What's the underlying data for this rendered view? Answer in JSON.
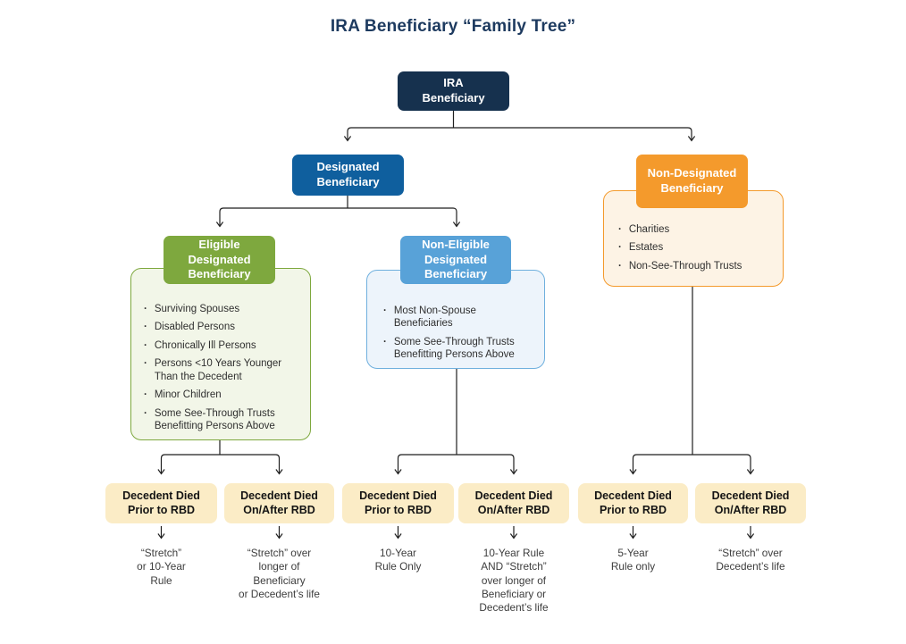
{
  "title": "IRA Beneficiary “Family Tree”",
  "colors": {
    "title_navy": "#1d3a5f",
    "root_navy": "#16314e",
    "designated_blue": "#0f5f9e",
    "non_designated_orange": "#f49a2c",
    "eligible_green": "#7ea83e",
    "non_eligible_lightblue": "#58a2d8",
    "condition_cream": "#fbecc6",
    "panel_green_bg": "#f2f6e8",
    "panel_blue_bg": "#edf4fb",
    "panel_orange_bg": "#fdf3e5",
    "connector": "#1f1f1f"
  },
  "tree": {
    "root": {
      "label": "IRA\nBeneficiary"
    },
    "designated": {
      "label": "Designated\nBeneficiary"
    },
    "non_designated": {
      "label": "Non-Designated\nBeneficiary",
      "items": [
        "Charities",
        "Estates",
        "Non-See-Through Trusts"
      ]
    },
    "eligible": {
      "label": "Eligible\nDesignated\nBeneficiary",
      "items": [
        "Surviving Spouses",
        "Disabled Persons",
        "Chronically Ill Persons",
        "Persons <10 Years Younger\nThan the Decedent",
        "Minor Children",
        "Some See-Through Trusts\nBenefitting Persons Above"
      ]
    },
    "non_eligible": {
      "label": "Non-Eligible\nDesignated\nBeneficiary",
      "items": [
        "Most Non-Spouse\nBeneficiaries",
        "Some See-Through Trusts\nBenefitting Persons Above"
      ]
    },
    "outcomes": [
      {
        "condition": "Decedent Died\nPrior to RBD",
        "result": "“Stretch”\nor 10-Year\nRule"
      },
      {
        "condition": "Decedent Died\nOn/After RBD",
        "result": "“Stretch” over\nlonger of\nBeneficiary\nor Decedent’s life"
      },
      {
        "condition": "Decedent Died\nPrior to RBD",
        "result": "10-Year\nRule Only"
      },
      {
        "condition": "Decedent Died\nOn/After RBD",
        "result": "10-Year Rule\nAND “Stretch”\nover longer of\nBeneficiary or\nDecedent’s life"
      },
      {
        "condition": "Decedent Died\nPrior to RBD",
        "result": "5-Year\nRule only"
      },
      {
        "condition": "Decedent Died\nOn/After RBD",
        "result": "“Stretch” over\nDecedent’s life"
      }
    ]
  }
}
